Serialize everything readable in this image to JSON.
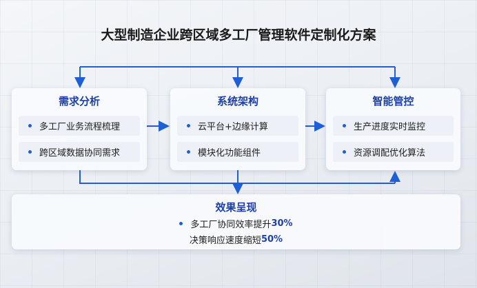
{
  "title": "大型制造企业跨区域多工厂管理软件定制化方案",
  "colors": {
    "accent": "#1f5fd6",
    "heading": "#1d3fa6"
  },
  "modules": [
    {
      "title": "需求分析",
      "items": [
        "多工厂业务流程梳理",
        "跨区域数据协同需求"
      ]
    },
    {
      "title": "系统架构",
      "items": [
        "云平台+边缘计算",
        "模块化功能组件"
      ]
    },
    {
      "title": "智能管控",
      "items": [
        "生产进度实时监控",
        "资源调配优化算法"
      ]
    }
  ],
  "result": {
    "title": "效果呈现",
    "lines": [
      {
        "text": "多工厂协同效率提升",
        "value": "30%"
      },
      {
        "text": "决策响应速度缩短",
        "value": "50%"
      }
    ]
  }
}
